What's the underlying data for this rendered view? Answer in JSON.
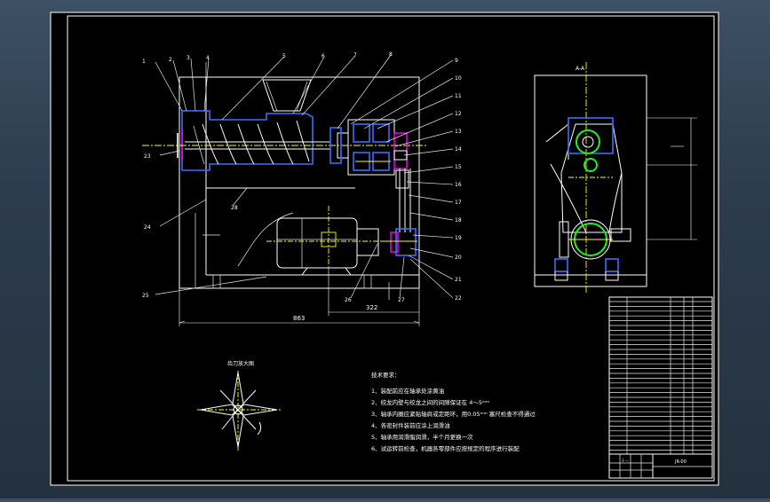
{
  "drawing": {
    "dimensions": {
      "overall": "863",
      "partial": "322"
    },
    "tech_notes": {
      "title": "技术要求：",
      "items": [
        "1、装配前应在轴承处涂黄油",
        "2、绞龙内壁与绞龙之间的间隙保证在 4～5ᵐᵐ",
        "3、轴承内圈应紧贴轴肩或定距环，用0.05ᵐᵐ 塞尺检查不得通过",
        "4、各密封件装前应涂上润滑油",
        "5、轴承用润滑脂润滑，半个月更换一次",
        "6、试运转前检查，机器各零部件应按规定的程序进行装配"
      ]
    },
    "detail_label": "齿刀放大图",
    "title_block": {
      "drawing_no": "JR-00"
    }
  }
}
